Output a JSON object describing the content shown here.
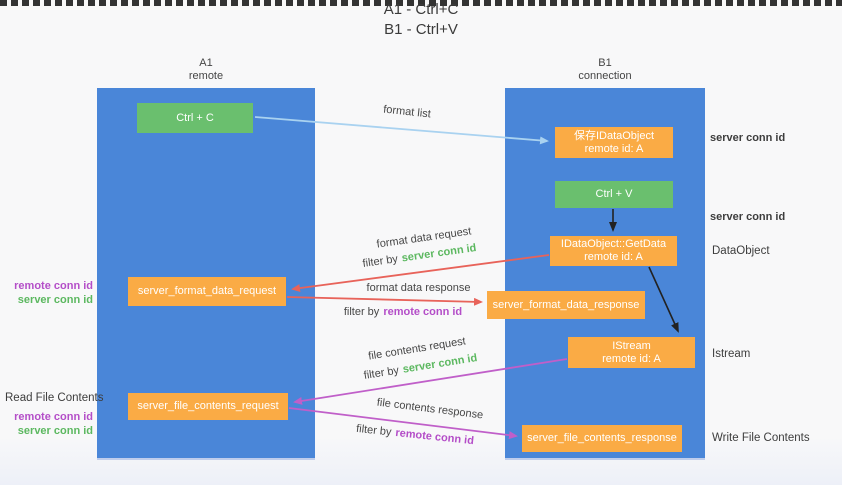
{
  "title": {
    "line1": "A1 - Ctrl+C",
    "line2": "B1 - Ctrl+V"
  },
  "columns": {
    "left": {
      "id": "A1",
      "role": "remote"
    },
    "right": {
      "id": "B1",
      "role": "connection"
    }
  },
  "nodes": {
    "ctrl_c": "Ctrl + C",
    "ctrl_v": "Ctrl + V",
    "save_dataobject": {
      "line1": "保存IDataObject",
      "line2": "remote id: A"
    },
    "getdata": {
      "line1": "IDataObject::GetData",
      "line2": "remote id: A"
    },
    "istream": {
      "line1": "IStream",
      "line2": "remote id: A"
    },
    "server_format_data_request": "server_format_data_request",
    "server_format_data_response": "server_format_data_response",
    "server_file_contents_request": "server_file_contents_request",
    "server_file_contents_response": "server_file_contents_response"
  },
  "edge_labels": {
    "format_list": "format list",
    "format_data_request": "format data request",
    "format_data_response": "format data response",
    "file_contents_request": "file contents request",
    "file_contents_response": "file contents response",
    "filter_by": "filter by",
    "server_conn_id": "server conn id",
    "remote_conn_id": "remote conn id"
  },
  "side_labels": {
    "server_conn_id_top": "server conn id",
    "server_conn_id_mid": "server conn id",
    "dataobject": "DataObject",
    "istream": "Istream",
    "write_file_contents": "Write File Contents",
    "read_file_contents": "Read File Contents",
    "remote_conn_id_left1": "remote conn id",
    "server_conn_id_left1": "server conn id",
    "remote_conn_id_left2": "remote conn id",
    "server_conn_id_left2": "server conn id"
  },
  "colors": {
    "column_blue": "#4a86d8",
    "box_green": "#6abf6e",
    "box_orange": "#faab45",
    "arrow_lightblue": "#a9d2f0",
    "arrow_red": "#e8635a",
    "arrow_magenta": "#c05fc9",
    "arrow_black": "#222222",
    "label_green": "#5cb860",
    "label_purple": "#b44ec8"
  }
}
